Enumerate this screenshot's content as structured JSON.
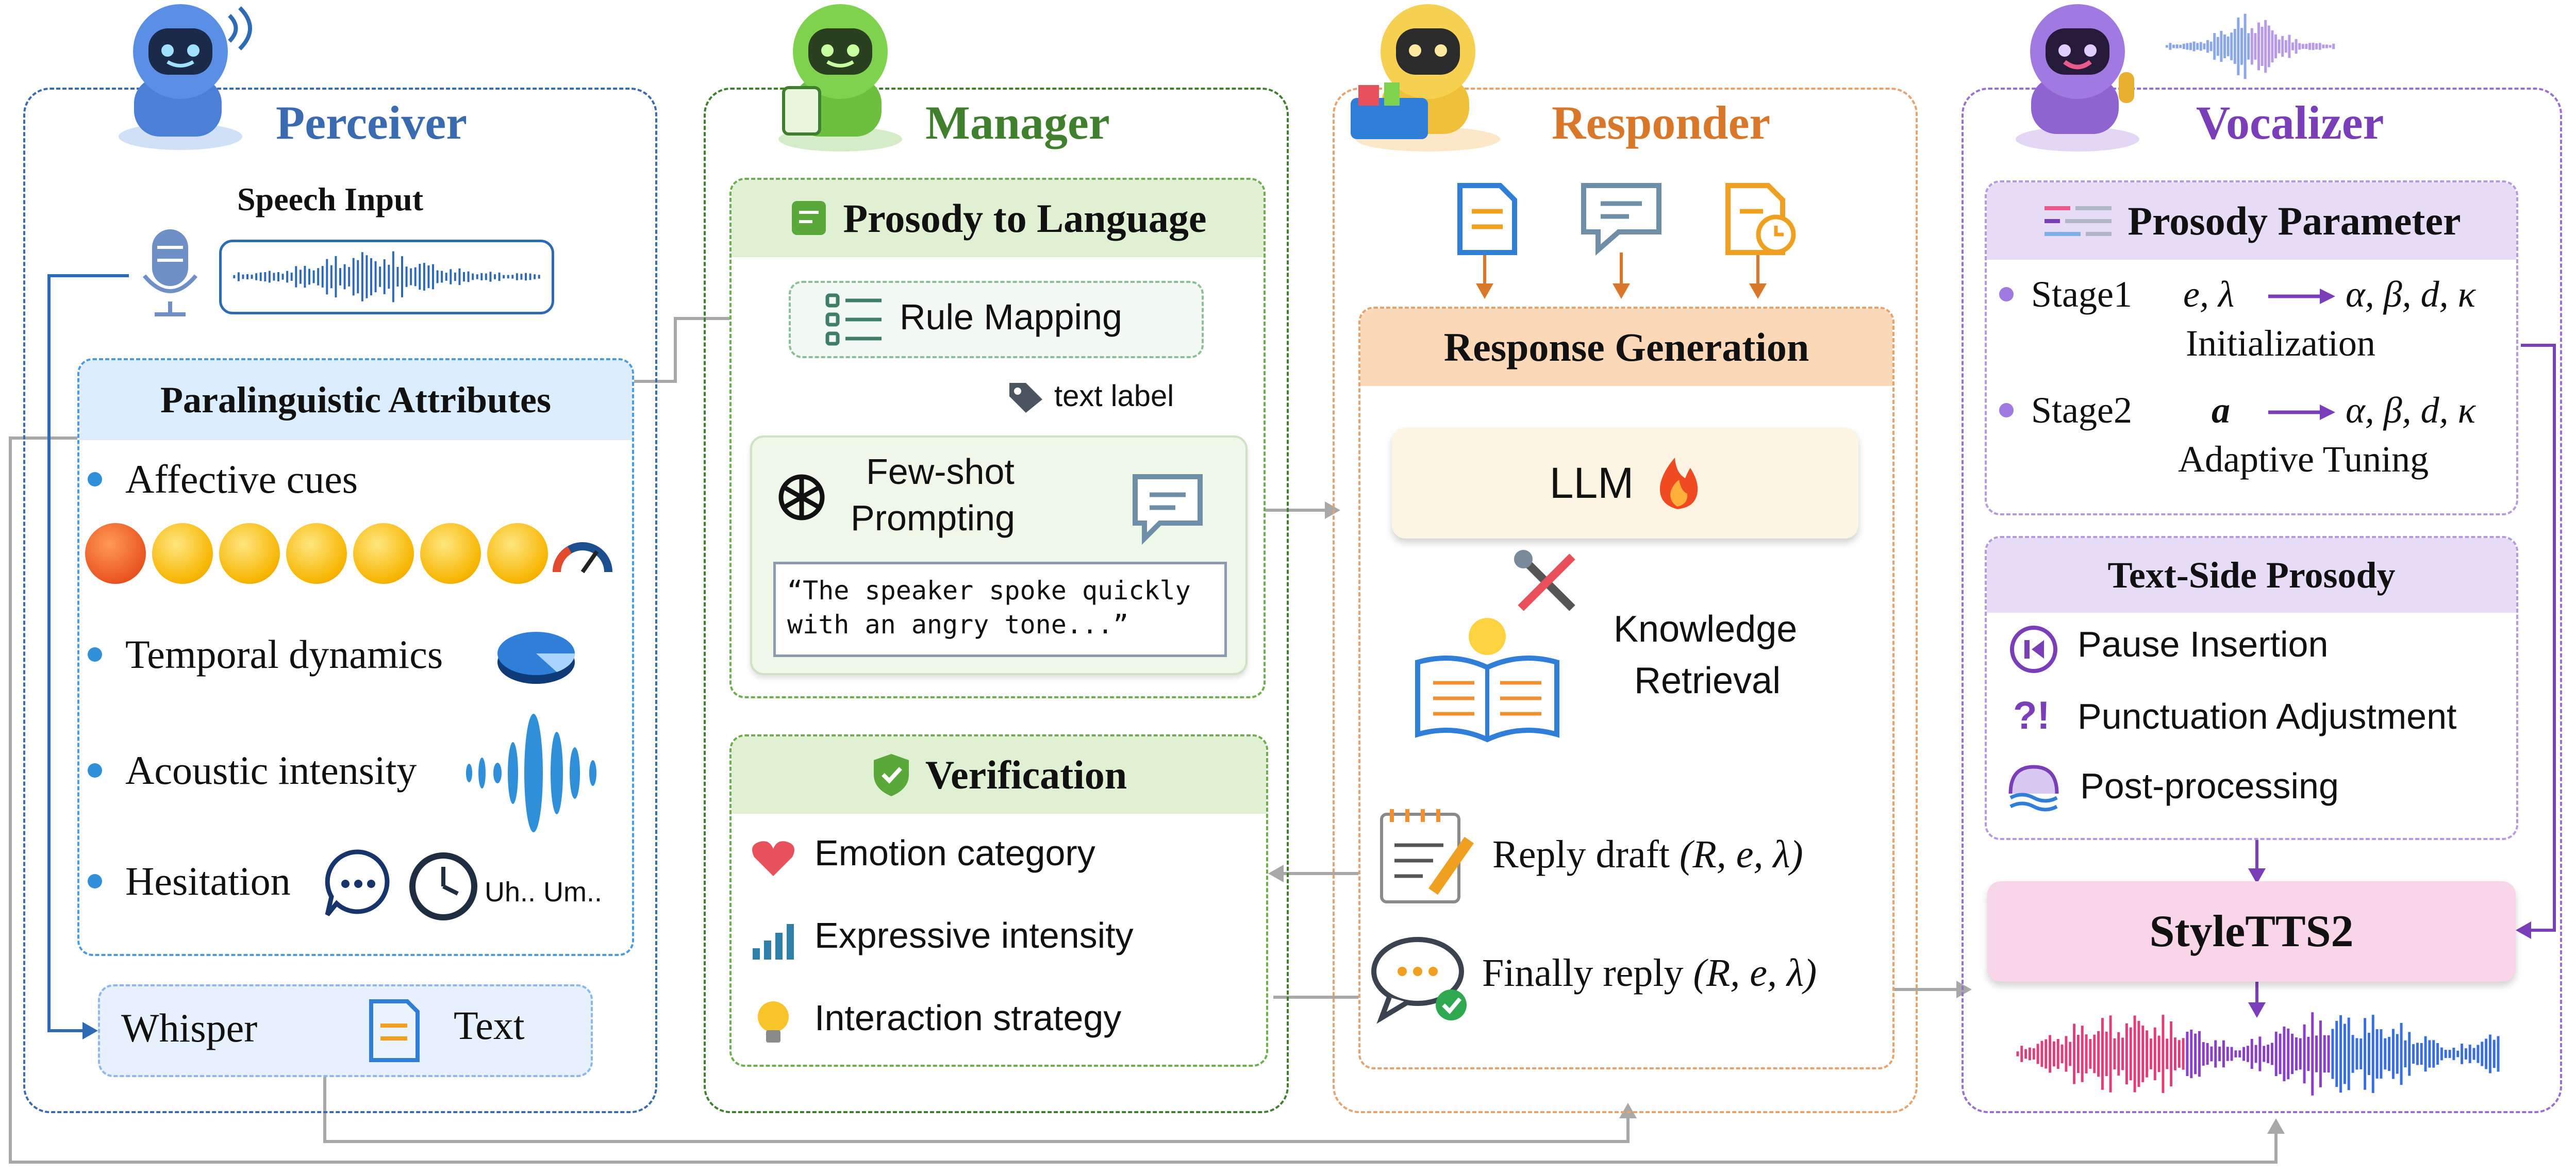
{
  "perceiver": {
    "title": "Perceiver",
    "speech_input": "Speech Input",
    "para_title": "Paralinguistic Attributes",
    "attrs": [
      "Affective cues",
      "Temporal dynamics",
      "Acoustic intensity",
      "Hesitation"
    ],
    "hesitation_text": "Uh.. Um..",
    "whisper": "Whisper",
    "text": "Text"
  },
  "manager": {
    "title": "Manager",
    "p2l_title": "Prosody to Language",
    "rule_mapping": "Rule Mapping",
    "text_label": "text label",
    "fewshot_line1": "Few-shot",
    "fewshot_line2": "Prompting",
    "quote": "“The speaker spoke quickly with an angry tone...”",
    "verification_title": "Verification",
    "verification_items": [
      "Emotion category",
      "Expressive intensity",
      "Interaction strategy"
    ]
  },
  "responder": {
    "title": "Responder",
    "gen_title": "Response Generation",
    "llm": "LLM",
    "knowledge_line1": "Knowledge",
    "knowledge_line2": "Retrieval",
    "reply_draft": "Reply draft",
    "finally_reply": "Finally reply",
    "params": "(R, e, λ)"
  },
  "vocalizer": {
    "title": "Vocalizer",
    "pp_title": "Prosody Parameter",
    "stage1": "Stage1",
    "stage1_in": "e, λ",
    "stage1_out": "α, β, d, κ",
    "stage1_desc": "Initialization",
    "stage2": "Stage2",
    "stage2_in": "a",
    "stage2_out": "α, β, d, κ",
    "stage2_desc": "Adaptive Tuning",
    "tsp_title": "Text-Side Prosody",
    "tsp_items": [
      "Pause Insertion",
      "Punctuation Adjustment",
      "Post-processing"
    ],
    "punct_icon": "?!",
    "tts": "StyleTTS2"
  },
  "colors": {
    "perceiver": "#3a6bb0",
    "manager": "#3f7f2e",
    "responder": "#d9772a",
    "vocalizer": "#7a3fb8",
    "arrow_gray": "#a8a8a8"
  },
  "icons": [
    "robot-mascot-icon",
    "microphone-icon",
    "waveform-icon",
    "emoji-icon",
    "pie-chart-icon",
    "chat-bubble-icon",
    "clock-icon",
    "document-icon",
    "tag-icon",
    "openai-icon",
    "shield-icon",
    "heart-icon",
    "bar-chart-icon",
    "lightbulb-icon",
    "fire-icon",
    "book-icon",
    "tools-icon",
    "notepad-icon",
    "check-icon",
    "pause-icon",
    "face-icon",
    "menu-lines-icon"
  ]
}
